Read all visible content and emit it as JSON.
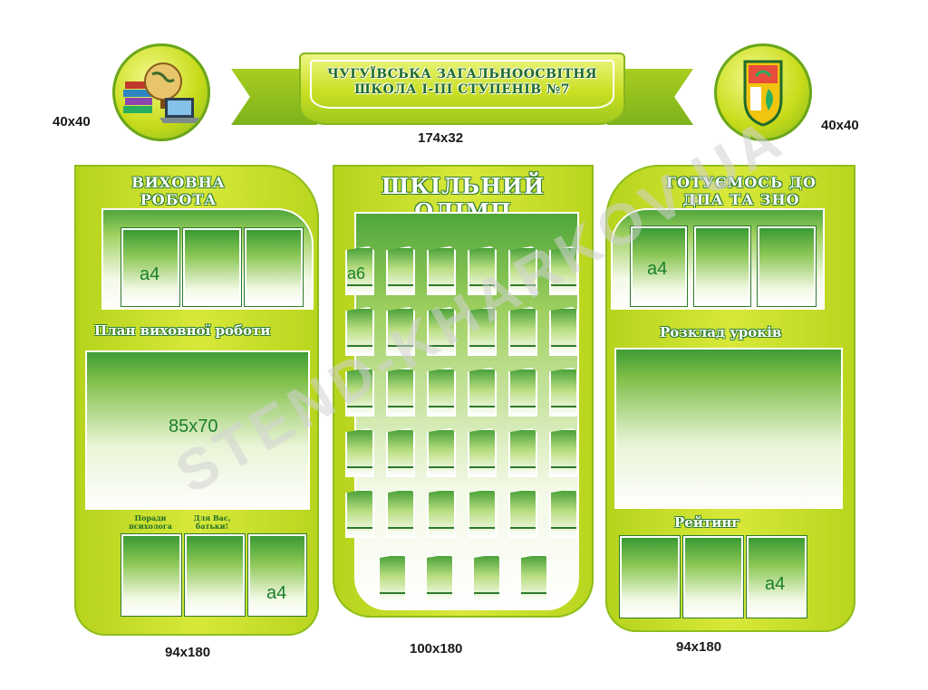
{
  "header": {
    "school_line1": "ЧУГУЇВСЬКА ЗАГАЛЬНООСВІТНЯ",
    "school_line2": "ШКОЛА І-ІІІ СТУПЕНІВ №7",
    "ribbon_size": "174x32",
    "left_emblem_size": "40x40",
    "right_emblem_size": "40x40"
  },
  "left_board": {
    "title_line1": "ВИХОВНА",
    "title_line2": "РОБОТА",
    "pocket_size": "а4",
    "plan_label": "План виховної роботи",
    "plan_size": "85x70",
    "advice_label_line1": "Поради",
    "advice_label_line2": "психолога",
    "parents_label_line1": "Для Вас,",
    "parents_label_line2": "батьки!",
    "bottom_pocket_size": "а4",
    "board_size": "94x180"
  },
  "center_board": {
    "title_line1": "ШКІЛЬНИЙ",
    "title_line2": "ОЛІМП",
    "pocket_size": "а6",
    "board_size": "100x180"
  },
  "right_board": {
    "title_line1": "ГОТУЄМОСЬ ДО",
    "title_line2": "ДПА ТА ЗНО",
    "pocket_size": "а4",
    "schedule_label": "Розклад уроків",
    "rating_label": "Рейтинг",
    "bottom_pocket_size": "а4",
    "board_size": "94x180"
  },
  "watermark": "STEND-KHARKOV.UA",
  "colors": {
    "board_green": "#c8dc1a",
    "dark_green": "#2e7d32",
    "text_green": "#1b7f2b"
  }
}
